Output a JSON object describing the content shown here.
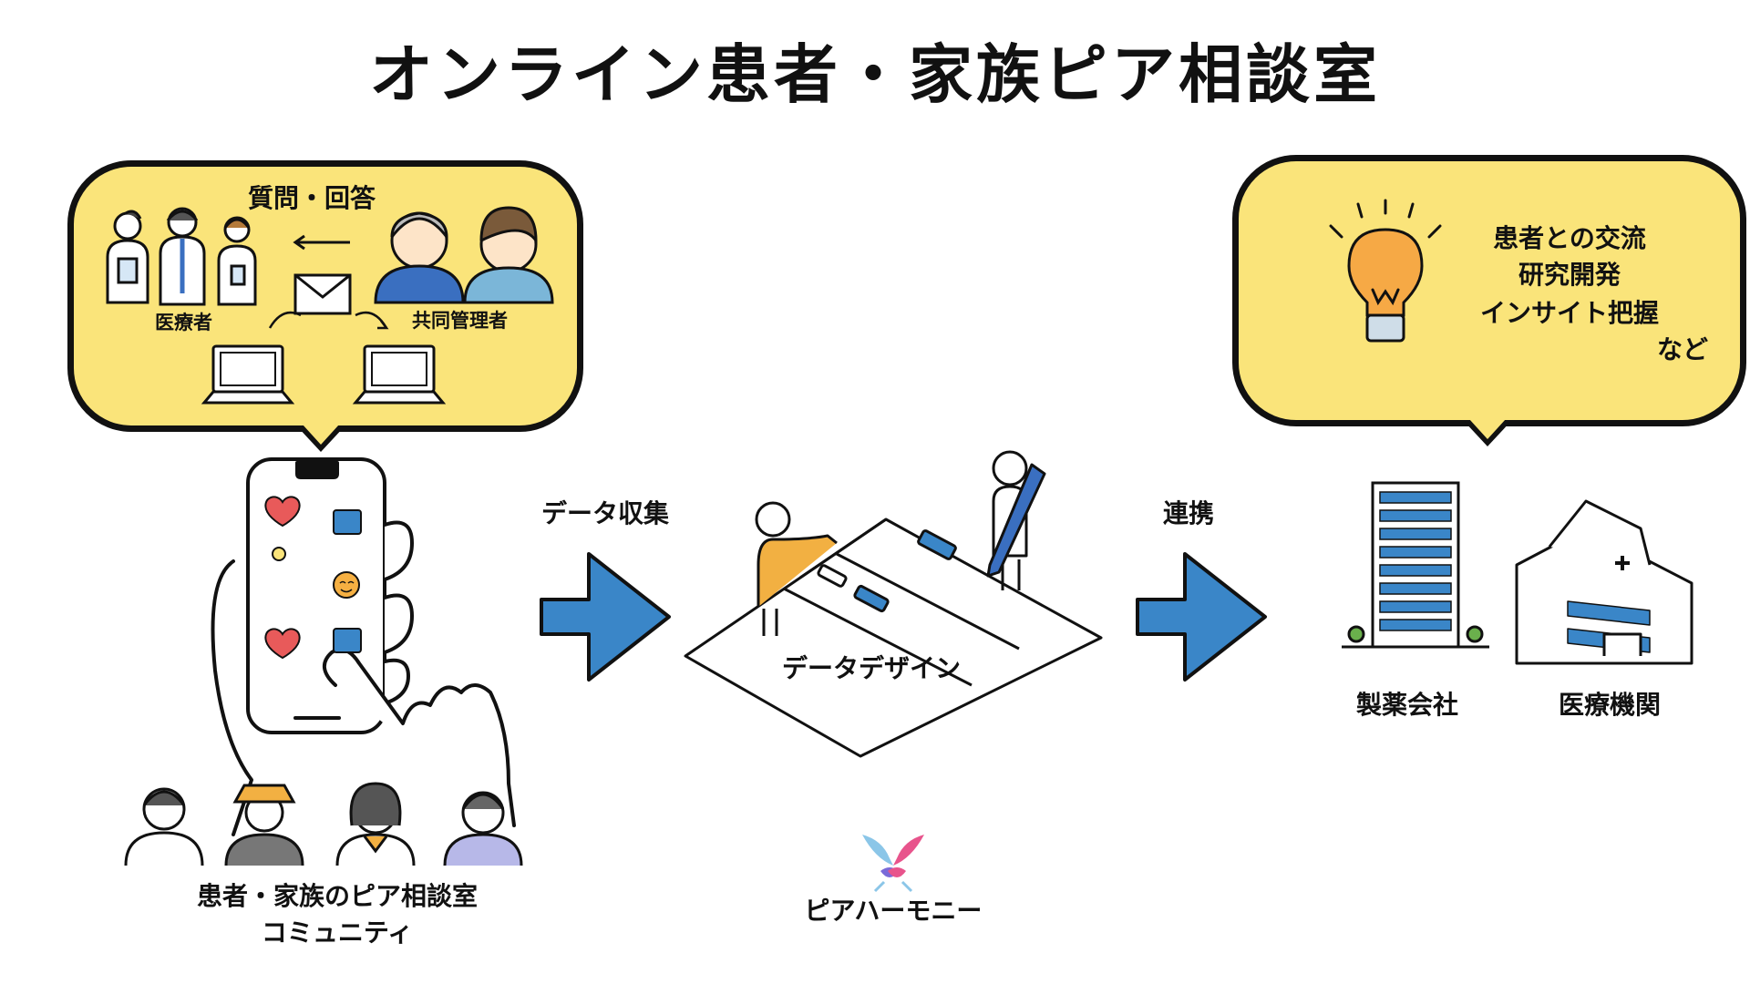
{
  "title": "オンライン患者・家族ピア相談室",
  "left_bubble": {
    "heading": "質問・回答",
    "medical_label": "医療者",
    "comanager_label": "共同管理者"
  },
  "right_bubble": {
    "items": [
      "患者との交流",
      "研究開発",
      "インサイト把握"
    ],
    "suffix": "など"
  },
  "community": {
    "line1": "患者・家族のピア相談室",
    "line2": "コミュニティ"
  },
  "flow": {
    "collect_label": "データ収集",
    "design_label": "データデザイン",
    "link_label": "連携"
  },
  "partners": {
    "pharma": "製薬会社",
    "medical": "医療機関"
  },
  "brand": {
    "name": "ピアハーモニー"
  },
  "colors": {
    "bubble": "#fae47a",
    "arrow": "#3a86c8",
    "outline": "#111111",
    "bulb": "#f6a945",
    "person_orange": "#f2b042",
    "pen_blue": "#3a6fc0"
  }
}
